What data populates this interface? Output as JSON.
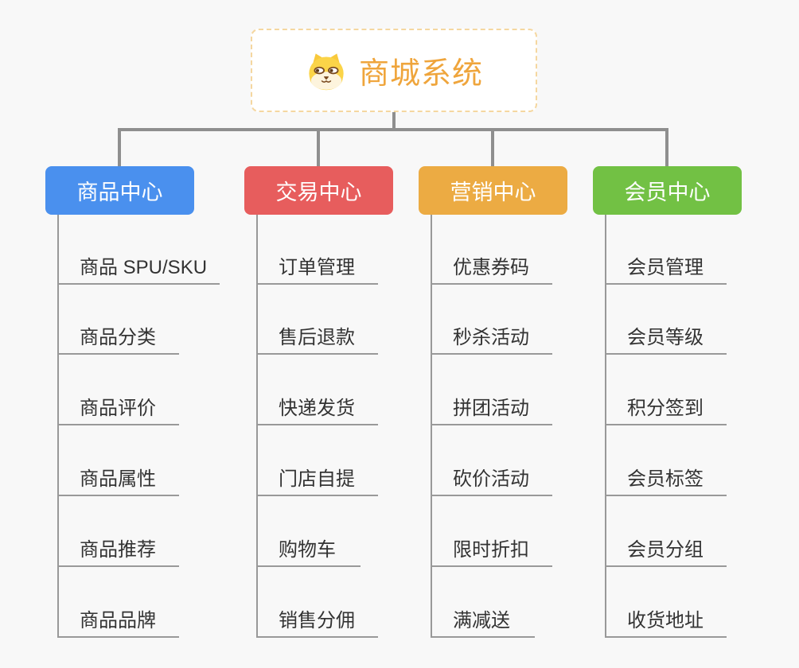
{
  "root": {
    "title": "商城系统",
    "icon": "dog-face-icon",
    "title_color": "#efa53c",
    "border_color": "#f5d7a0"
  },
  "branches": [
    {
      "label": "商品中心",
      "color": "#4a90ee",
      "items": [
        "商品 SPU/SKU",
        "商品分类",
        "商品评价",
        "商品属性",
        "商品推荐",
        "商品品牌"
      ]
    },
    {
      "label": "交易中心",
      "color": "#e75d5d",
      "items": [
        "订单管理",
        "售后退款",
        "快递发货",
        "门店自提",
        "购物车",
        "销售分佣"
      ]
    },
    {
      "label": "营销中心",
      "color": "#ecab43",
      "items": [
        "优惠券码",
        "秒杀活动",
        "拼团活动",
        "砍价活动",
        "限时折扣",
        "满减送"
      ]
    },
    {
      "label": "会员中心",
      "color": "#72c144",
      "items": [
        "会员管理",
        "会员等级",
        "积分签到",
        "会员标签",
        "会员分组",
        "收货地址"
      ]
    }
  ],
  "colors": {
    "background": "#f8f8f8",
    "connector": "#8f8f8f",
    "item_line": "#999999",
    "item_text": "#333333"
  }
}
